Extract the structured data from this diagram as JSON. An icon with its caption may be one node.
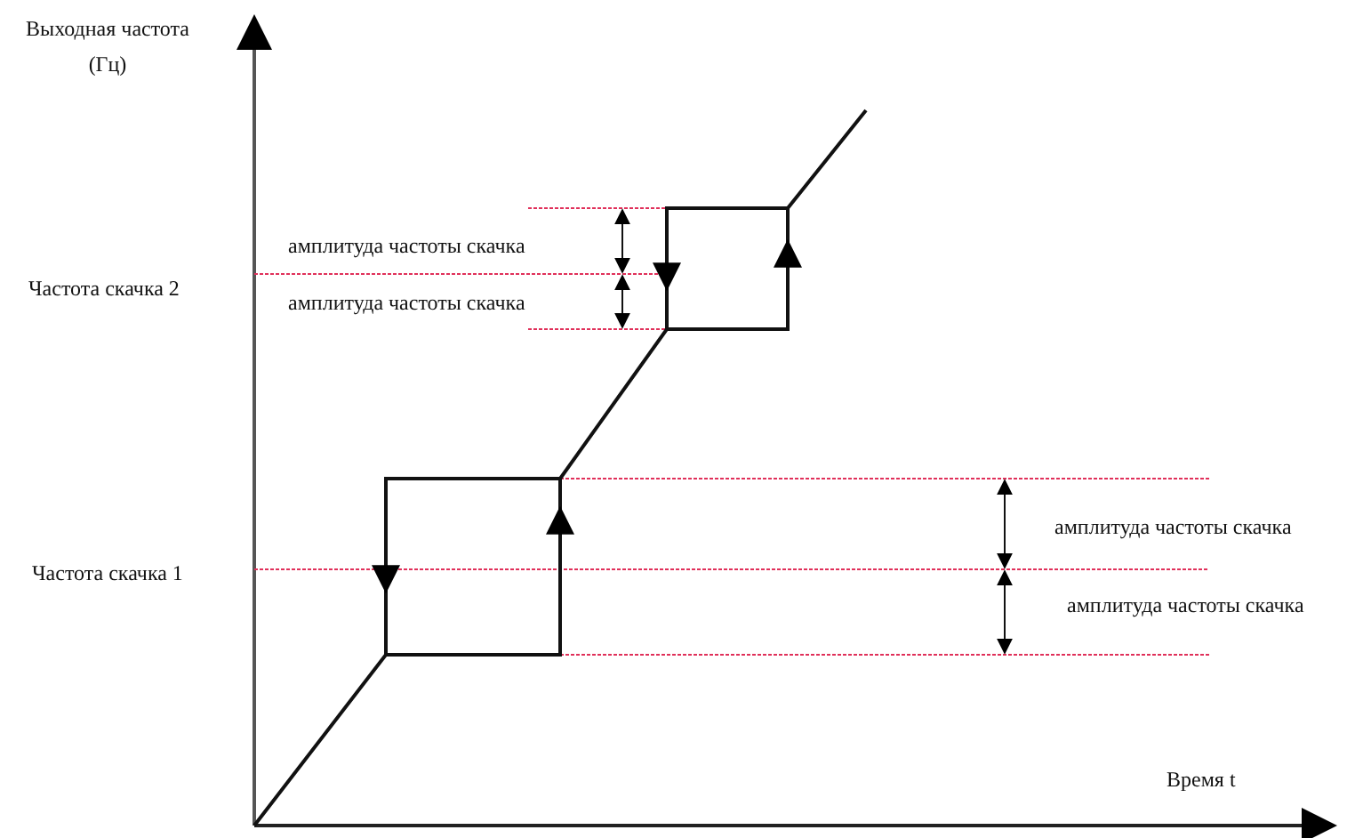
{
  "diagram": {
    "labels": [
      "Выходная частота (Гц)",
      "Частота скачка 2",
      "амплитуда частоты скачка",
      "амплитуда частоты скачка",
      "Частота скачка 1",
      "амплитуда частоты скачка",
      "амплитуда частоты скачка",
      "Время t"
    ]
  }
}
